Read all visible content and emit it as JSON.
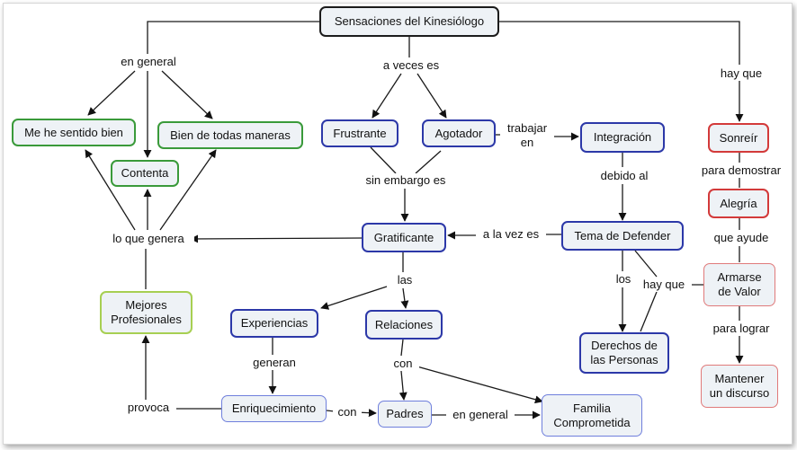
{
  "nodes": {
    "root": "Sensaciones del Kinesiólogo",
    "me_he_sentido_bien": "Me he sentido bien",
    "contenta": "Contenta",
    "bien_de_todas_maneras": "Bien de todas maneras",
    "frustrante": "Frustrante",
    "agotador": "Agotador",
    "integracion": "Integración",
    "sonreir": "Sonreír",
    "alegria": "Alegría",
    "armarse_de_valor": "Armarse\nde Valor",
    "mantener_un_discurso": "Mantener\nun discurso",
    "gratificante": "Gratificante",
    "tema_de_defender": "Tema de Defender",
    "derechos_de_las_personas": "Derechos de\nlas Personas",
    "mejores_profesionales": "Mejores\nProfesionales",
    "experiencias": "Experiencias",
    "relaciones": "Relaciones",
    "enriquecimiento": "Enriquecimiento",
    "padres": "Padres",
    "familia_comprometida": "Familia\nComprometida"
  },
  "links": {
    "en_general_top": "en general",
    "a_veces_es": "a veces es",
    "hay_que_top": "hay que",
    "trabajar_en": "trabajar\nen",
    "sin_embargo_es": "sin embargo es",
    "debido_al": "debido al",
    "para_demostrar": "para demostrar",
    "que_ayude": "que ayude",
    "a_la_vez_es": "a la vez es",
    "lo_que_genera": "lo que genera",
    "los": "los",
    "hay_que_mid": "hay que",
    "para_lograr": "para lograr",
    "las": "las",
    "generan": "generan",
    "con_top": "con",
    "provoca": "provoca",
    "con_bottom": "con",
    "en_general_bottom": "en general"
  }
}
